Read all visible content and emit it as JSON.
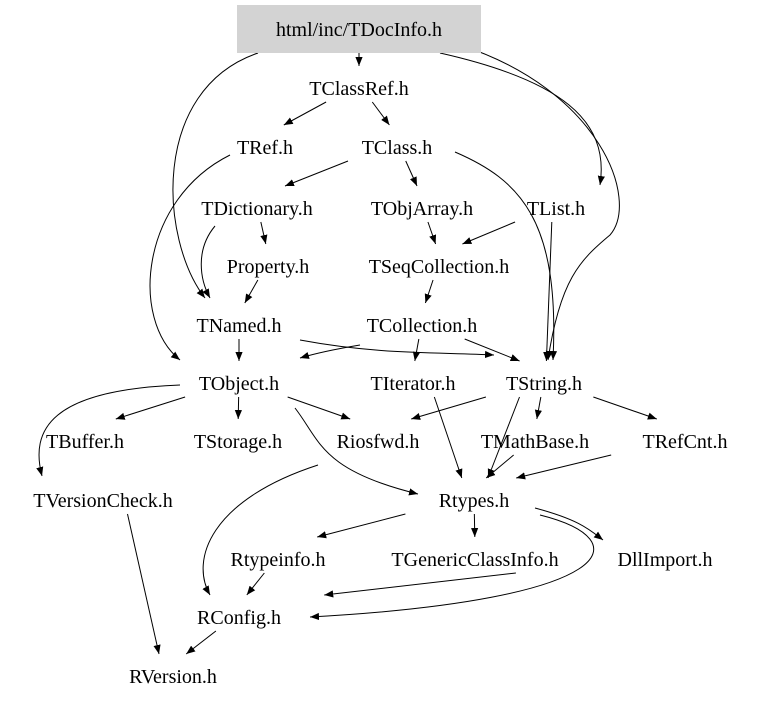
{
  "root": {
    "id": "TDocInfo",
    "label": "html/inc/TDocInfo.h",
    "fill": "#d3d3d3"
  },
  "nodes": [
    {
      "id": "TDocInfo",
      "label": "html/inc/TDocInfo.h"
    },
    {
      "id": "TClassRef",
      "label": "TClassRef.h"
    },
    {
      "id": "TRef",
      "label": "TRef.h"
    },
    {
      "id": "TClass",
      "label": "TClass.h"
    },
    {
      "id": "TDictionary",
      "label": "TDictionary.h"
    },
    {
      "id": "TObjArray",
      "label": "TObjArray.h"
    },
    {
      "id": "TList",
      "label": "TList.h"
    },
    {
      "id": "Property",
      "label": "Property.h"
    },
    {
      "id": "TSeqCollection",
      "label": "TSeqCollection.h"
    },
    {
      "id": "TNamed",
      "label": "TNamed.h"
    },
    {
      "id": "TCollection",
      "label": "TCollection.h"
    },
    {
      "id": "TObject",
      "label": "TObject.h"
    },
    {
      "id": "TIterator",
      "label": "TIterator.h"
    },
    {
      "id": "TString",
      "label": "TString.h"
    },
    {
      "id": "TBuffer",
      "label": "TBuffer.h"
    },
    {
      "id": "TStorage",
      "label": "TStorage.h"
    },
    {
      "id": "Riosfwd",
      "label": "Riosfwd.h"
    },
    {
      "id": "TMathBase",
      "label": "TMathBase.h"
    },
    {
      "id": "TRefCnt",
      "label": "TRefCnt.h"
    },
    {
      "id": "TVersionCheck",
      "label": "TVersionCheck.h"
    },
    {
      "id": "Rtypes",
      "label": "Rtypes.h"
    },
    {
      "id": "Rtypeinfo",
      "label": "Rtypeinfo.h"
    },
    {
      "id": "TGenericClassInfo",
      "label": "TGenericClassInfo.h"
    },
    {
      "id": "DllImport",
      "label": "DllImport.h"
    },
    {
      "id": "RConfig",
      "label": "RConfig.h"
    },
    {
      "id": "RVersion",
      "label": "RVersion.h"
    }
  ],
  "edges": [
    [
      "TDocInfo",
      "TClassRef"
    ],
    [
      "TDocInfo",
      "TNamed"
    ],
    [
      "TDocInfo",
      "TList"
    ],
    [
      "TDocInfo",
      "TString"
    ],
    [
      "TClassRef",
      "TRef"
    ],
    [
      "TClassRef",
      "TClass"
    ],
    [
      "TRef",
      "TObject"
    ],
    [
      "TClass",
      "TDictionary"
    ],
    [
      "TClass",
      "TObjArray"
    ],
    [
      "TClass",
      "TString"
    ],
    [
      "TDictionary",
      "Property"
    ],
    [
      "TDictionary",
      "TNamed"
    ],
    [
      "Property",
      "TNamed"
    ],
    [
      "TObjArray",
      "TSeqCollection"
    ],
    [
      "TList",
      "TSeqCollection"
    ],
    [
      "TList",
      "TString"
    ],
    [
      "TSeqCollection",
      "TCollection"
    ],
    [
      "TCollection",
      "TObject"
    ],
    [
      "TCollection",
      "TIterator"
    ],
    [
      "TCollection",
      "TString"
    ],
    [
      "TNamed",
      "TObject"
    ],
    [
      "TNamed",
      "TString"
    ],
    [
      "TObject",
      "TBuffer"
    ],
    [
      "TObject",
      "TStorage"
    ],
    [
      "TObject",
      "Riosfwd"
    ],
    [
      "TObject",
      "Rtypes"
    ],
    [
      "TObject",
      "TVersionCheck"
    ],
    [
      "TString",
      "TMathBase"
    ],
    [
      "TString",
      "TRefCnt"
    ],
    [
      "TString",
      "Rtypes"
    ],
    [
      "TString",
      "Riosfwd"
    ],
    [
      "TIterator",
      "Rtypes"
    ],
    [
      "TMathBase",
      "Rtypes"
    ],
    [
      "TRefCnt",
      "Rtypes"
    ],
    [
      "Riosfwd",
      "RConfig"
    ],
    [
      "Rtypes",
      "Rtypeinfo"
    ],
    [
      "Rtypes",
      "TGenericClassInfo"
    ],
    [
      "Rtypes",
      "DllImport"
    ],
    [
      "Rtypes",
      "RConfig"
    ],
    [
      "DllImport",
      "RConfig"
    ],
    [
      "Rtypeinfo",
      "RConfig"
    ],
    [
      "TVersionCheck",
      "RVersion"
    ],
    [
      "RConfig",
      "RVersion"
    ]
  ]
}
